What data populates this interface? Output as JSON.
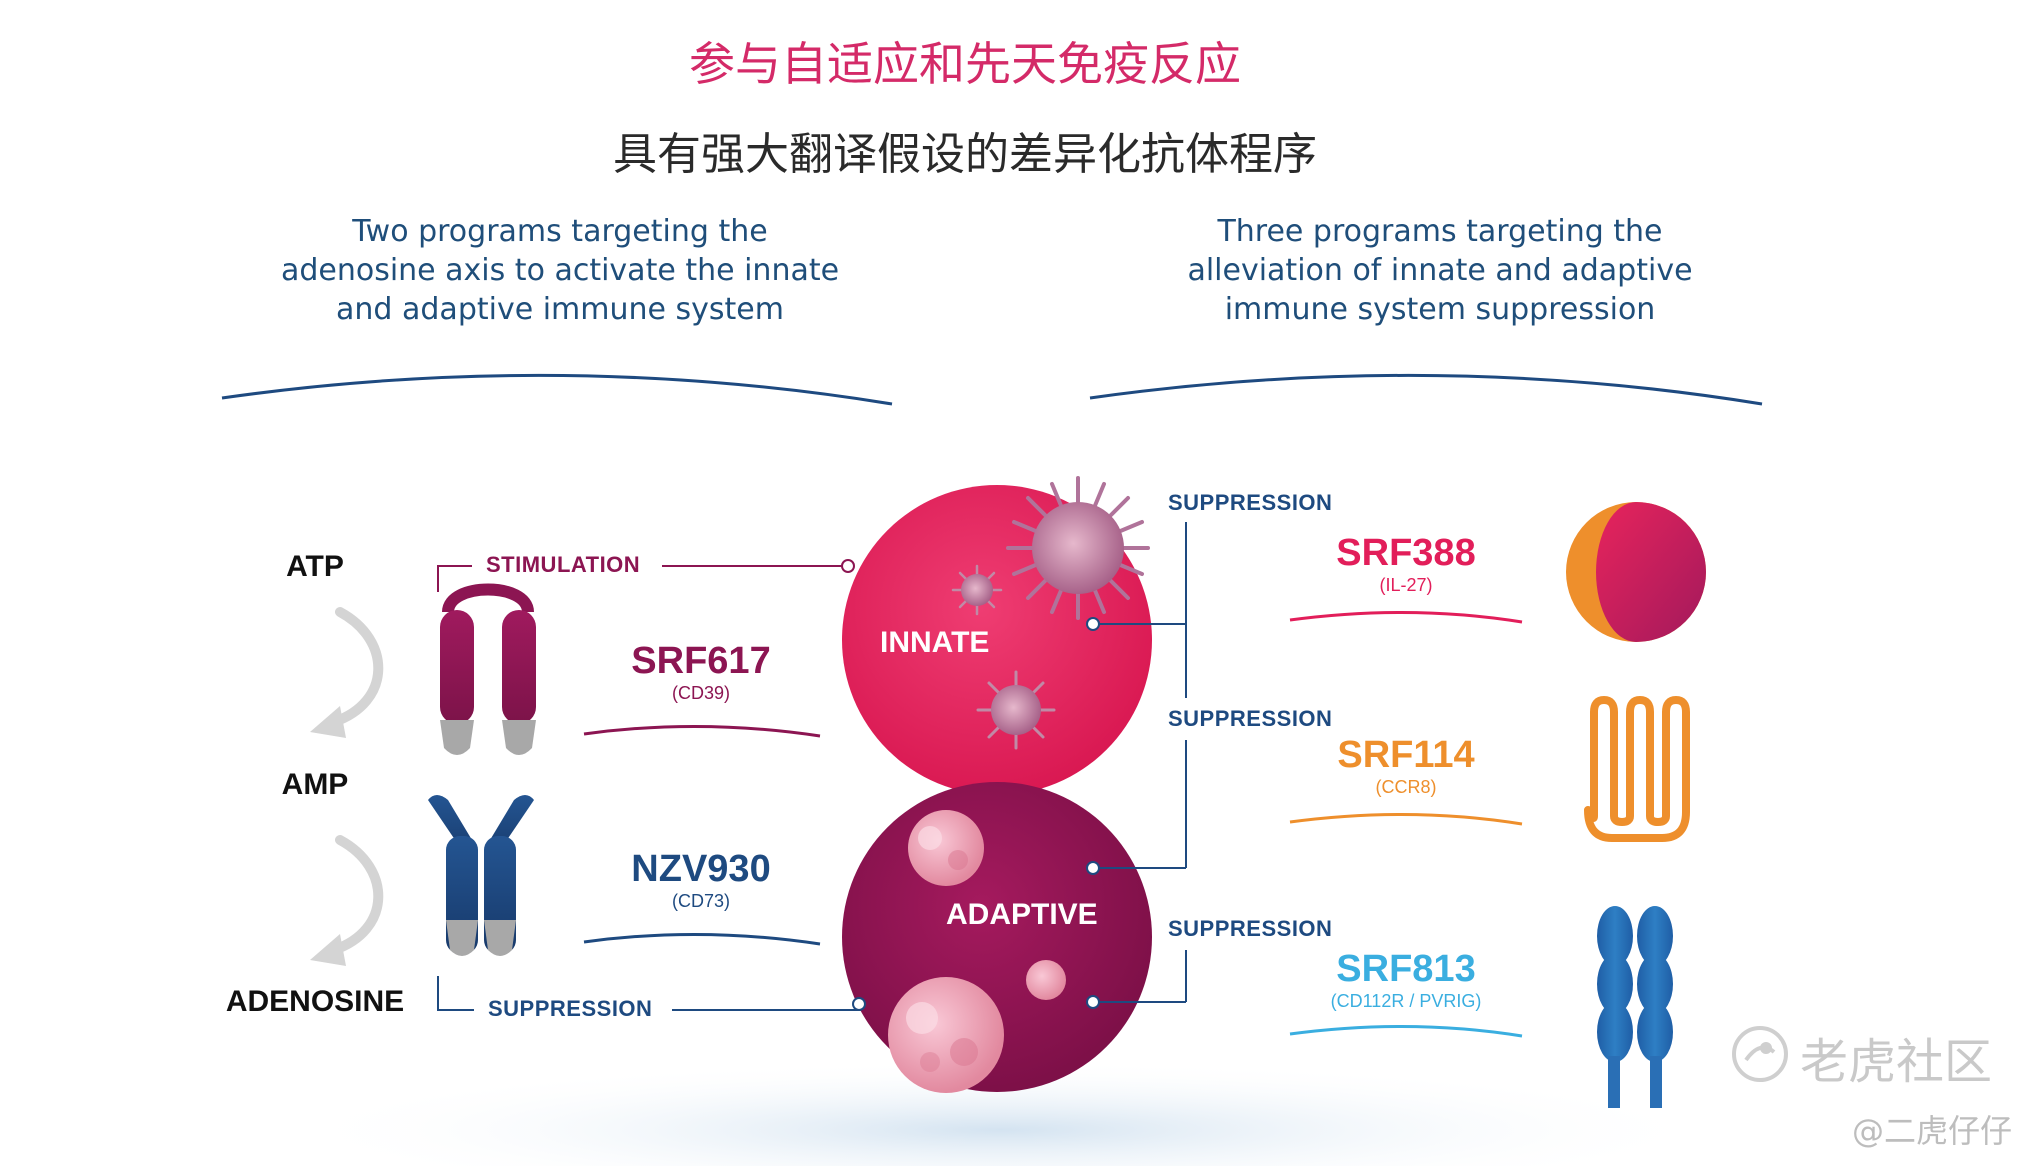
{
  "header": {
    "title_cn": "参与自适应和先天免疫反应",
    "subtitle_cn": "具有强大翻译假设的差异化抗体程序"
  },
  "left_panel": {
    "description_lines": [
      "Two programs targeting the",
      "adenosine axis to activate the innate",
      "and adaptive immune system"
    ],
    "pathway": {
      "atp": "ATP",
      "amp": "AMP",
      "adenosine": "ADENOSINE"
    },
    "stimulation_label": "STIMULATION",
    "suppression_label": "SUPPRESSION",
    "drugs": [
      {
        "name": "SRF617",
        "target": "(CD39)"
      },
      {
        "name": "NZV930",
        "target": "(CD73)"
      }
    ]
  },
  "center": {
    "innate_label": "INNATE",
    "adaptive_label": "ADAPTIVE"
  },
  "right_panel": {
    "description_lines": [
      "Three programs targeting the",
      "alleviation of innate and adaptive",
      "immune system suppression"
    ],
    "suppression_labels": [
      "SUPPRESSION",
      "SUPPRESSION",
      "SUPPRESSION"
    ],
    "drugs": [
      {
        "name": "SRF388",
        "target": "(IL-27)"
      },
      {
        "name": "SRF114",
        "target": "(CCR8)"
      },
      {
        "name": "SRF813",
        "target": "(CD112R / PVRIG)"
      }
    ]
  },
  "watermark": {
    "brand": "老虎社区",
    "user": "@二虎仔仔"
  },
  "colors": {
    "magenta": "#8c1552",
    "pink": "#e21e5a",
    "navy": "#1e4a80",
    "orange": "#ee8f2c",
    "cyan": "#3aaee0",
    "text_blue": "#1f4e7a"
  }
}
